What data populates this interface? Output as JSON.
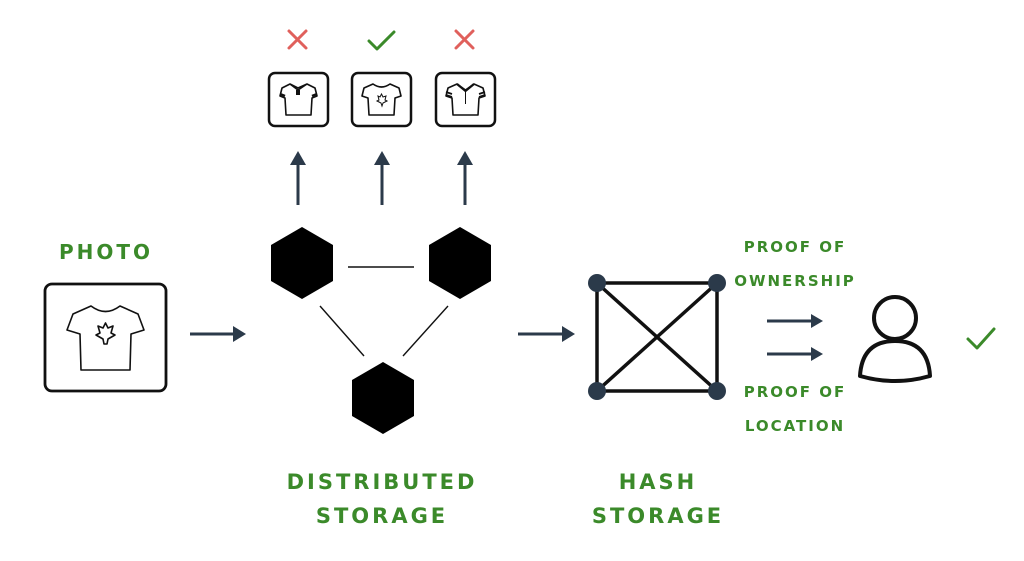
{
  "labels": {
    "photo": "PHOTO",
    "distributed_line1": "DISTRIBUTED",
    "distributed_line2": "STORAGE",
    "hash_line1": "HASH",
    "hash_line2": "STORAGE",
    "proof_ownership_line1": "PROOF OF",
    "proof_ownership_line2": "OWNERSHIP",
    "proof_location_line1": "PROOF OF",
    "proof_location_line2": "LOCATION"
  },
  "candidates": [
    {
      "result": "reject",
      "mark_icon": "cross-icon",
      "item_icon": "polo-shirt-icon"
    },
    {
      "result": "accept",
      "mark_icon": "check-icon",
      "item_icon": "maple-leaf-shirt-icon"
    },
    {
      "result": "reject",
      "mark_icon": "cross-icon",
      "item_icon": "striped-collar-shirt-icon"
    }
  ],
  "icons": {
    "photo": "tshirt-maple-leaf-icon",
    "storage_node": "cube-icon",
    "user": "user-icon",
    "final_check": "check-icon"
  },
  "colors": {
    "label_green": "#3b8a2a",
    "check_green": "#3b8a2a",
    "cross_red": "#e0605c",
    "arrow_dark": "#2b3a4a",
    "node_dark": "#2b3a4a",
    "outline": "#111111"
  }
}
